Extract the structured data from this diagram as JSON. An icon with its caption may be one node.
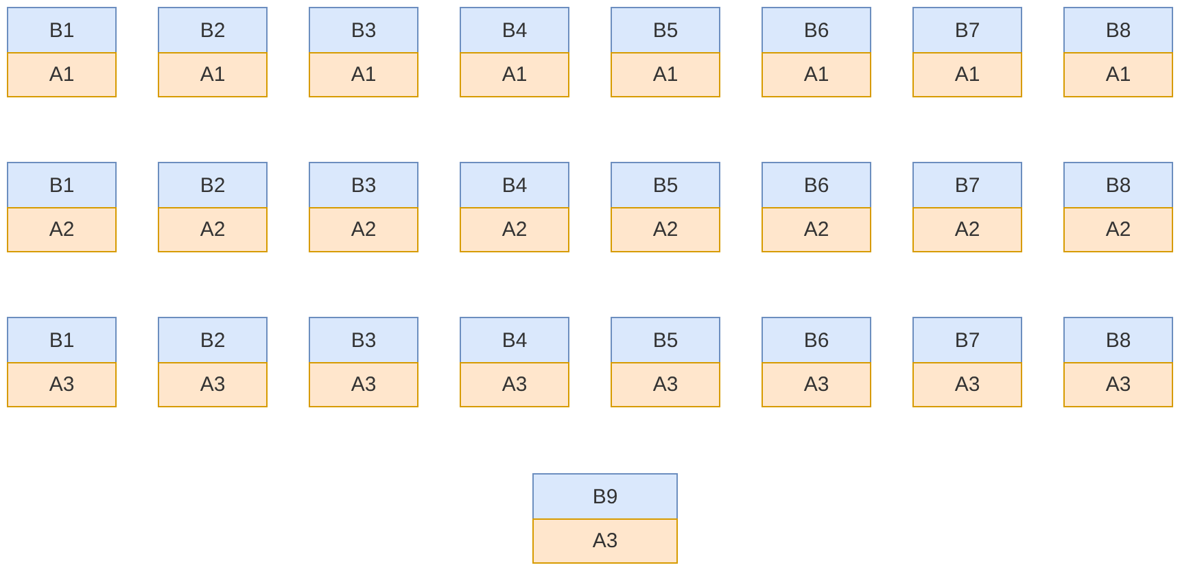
{
  "diagram": {
    "nodes": [
      {
        "text": [
          "B1"
        ]
      },
      {
        "text": [
          "B2"
        ]
      },
      {
        "text": [
          "B3"
        ]
      },
      {
        "text": [
          "B4"
        ]
      },
      {
        "text": [
          "B5"
        ]
      },
      {
        "text": [
          "B6"
        ]
      },
      {
        "text": [
          "B7"
        ]
      },
      {
        "text": [
          "B8"
        ]
      },
      {
        "text": [
          "A1"
        ]
      },
      {
        "text": [
          "A1"
        ]
      },
      {
        "text": [
          "A1"
        ]
      },
      {
        "text": [
          "A1"
        ]
      },
      {
        "text": [
          "A1"
        ]
      },
      {
        "text": [
          "A1"
        ]
      },
      {
        "text": [
          "A1"
        ]
      },
      {
        "text": [
          "A1"
        ]
      },
      {
        "text": [
          "B1"
        ]
      },
      {
        "text": [
          "B2"
        ]
      },
      {
        "text": [
          "B3"
        ]
      },
      {
        "text": [
          "B4"
        ]
      },
      {
        "text": [
          "B5"
        ]
      },
      {
        "text": [
          "B6"
        ]
      },
      {
        "text": [
          "B7"
        ]
      },
      {
        "text": [
          "B8"
        ]
      },
      {
        "text": [
          "A2"
        ]
      },
      {
        "text": [
          "A2"
        ]
      },
      {
        "text": [
          "A2"
        ]
      },
      {
        "text": [
          "A2"
        ]
      },
      {
        "text": [
          "A2"
        ]
      },
      {
        "text": [
          "A2"
        ]
      },
      {
        "text": [
          "A2"
        ]
      },
      {
        "text": [
          "A2"
        ]
      },
      {
        "text": [
          "B1"
        ]
      },
      {
        "text": [
          "B2"
        ]
      },
      {
        "text": [
          "B3"
        ]
      },
      {
        "text": [
          "B4"
        ]
      },
      {
        "text": [
          "B5"
        ]
      },
      {
        "text": [
          "B6"
        ]
      },
      {
        "text": [
          "B7"
        ]
      },
      {
        "text": [
          "B8"
        ]
      },
      {
        "text": [
          "A3"
        ]
      },
      {
        "text": [
          "A3"
        ]
      },
      {
        "text": [
          "A3"
        ]
      },
      {
        "text": [
          "A3"
        ]
      },
      {
        "text": [
          "A3"
        ]
      },
      {
        "text": [
          "A3"
        ]
      },
      {
        "text": [
          "A3"
        ]
      },
      {
        "text": [
          "A3"
        ]
      },
      {
        "text": [
          "B9"
        ]
      },
      {
        "text": [
          "A3"
        ]
      }
    ]
  }
}
